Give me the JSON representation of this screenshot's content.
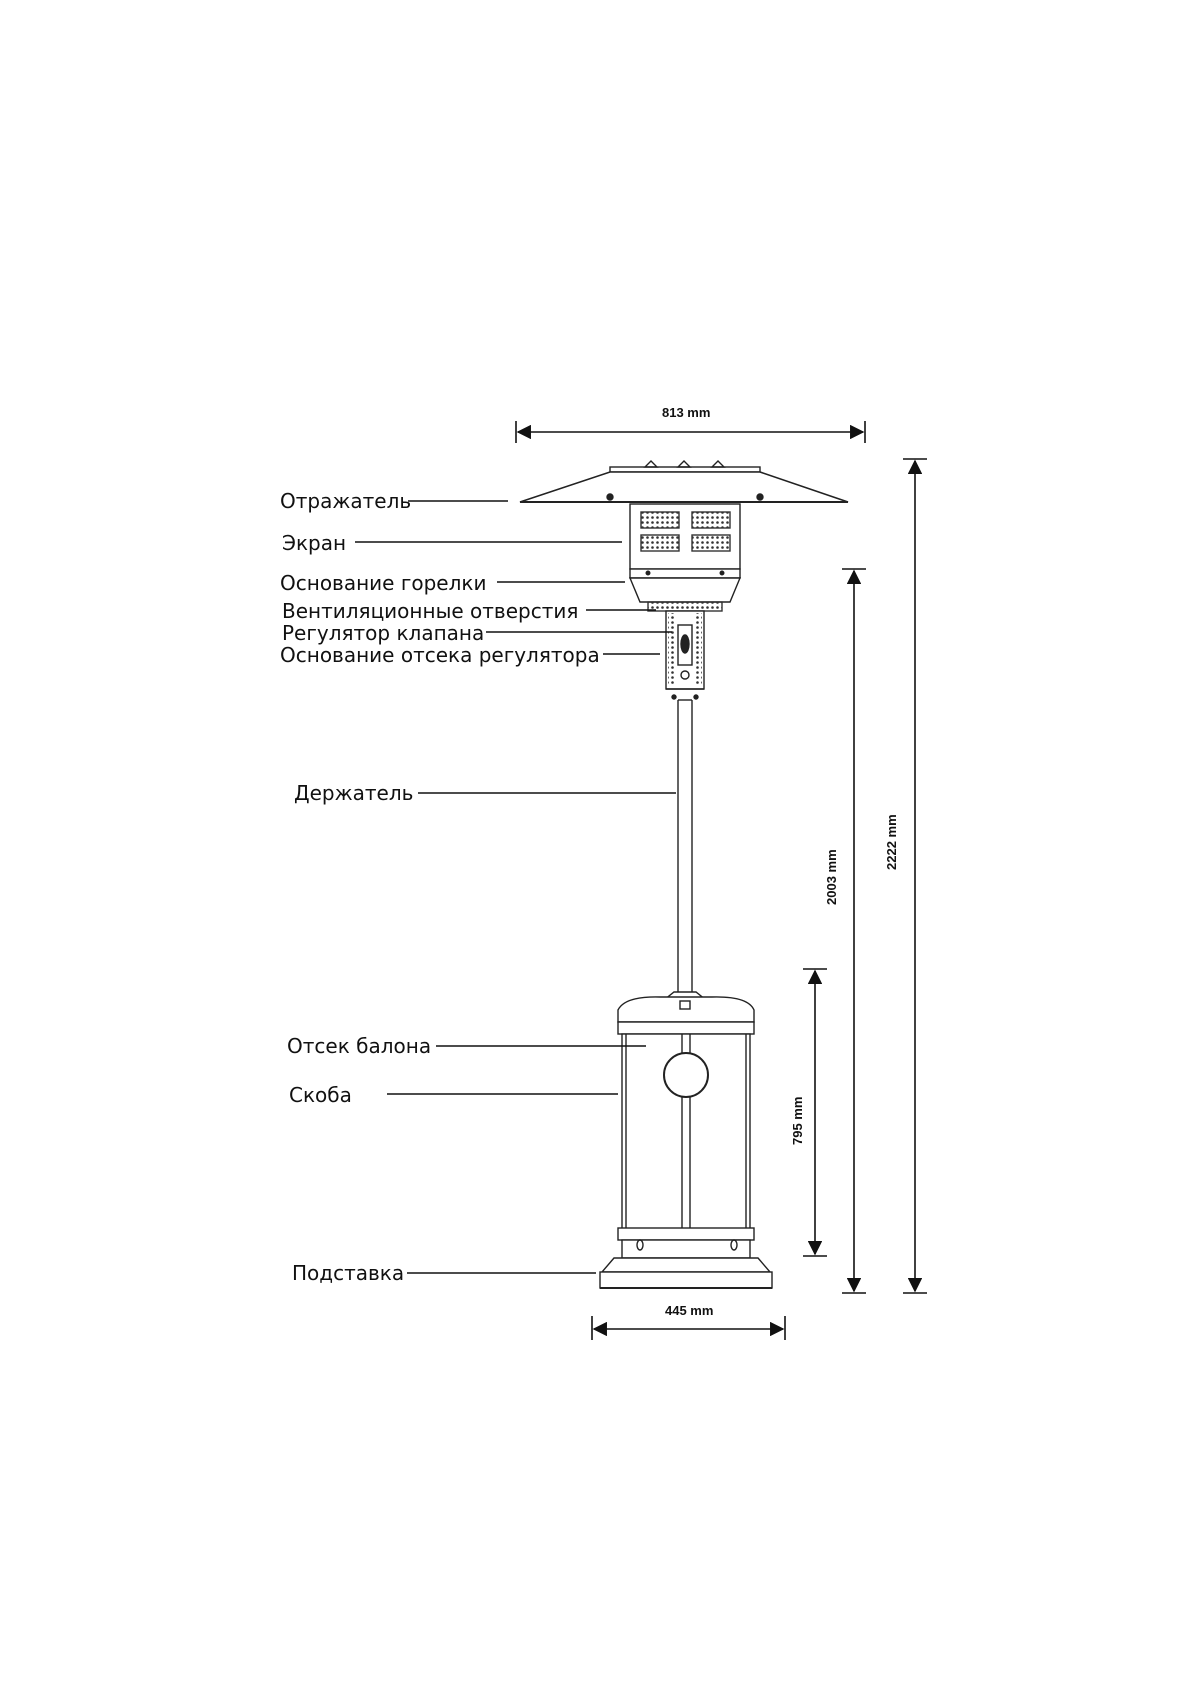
{
  "labels": {
    "reflector": "Отражатель",
    "screen": "Экран",
    "burner_base": "Основание горелки",
    "vents": "Вентиляционные отверстия",
    "valve_regulator": "Регулятор клапана",
    "regulator_base": "Основание отсека  регулятора",
    "holder": "Держатель",
    "tank_compartment": "Отсек  балона",
    "bracket": "Скоба",
    "stand": "Подставка"
  },
  "dimensions": {
    "reflector_width": "813 mm",
    "base_width": "445 mm",
    "tank_height": "795 mm",
    "pole_height": "2003 mm",
    "total_height": "2222 mm"
  }
}
